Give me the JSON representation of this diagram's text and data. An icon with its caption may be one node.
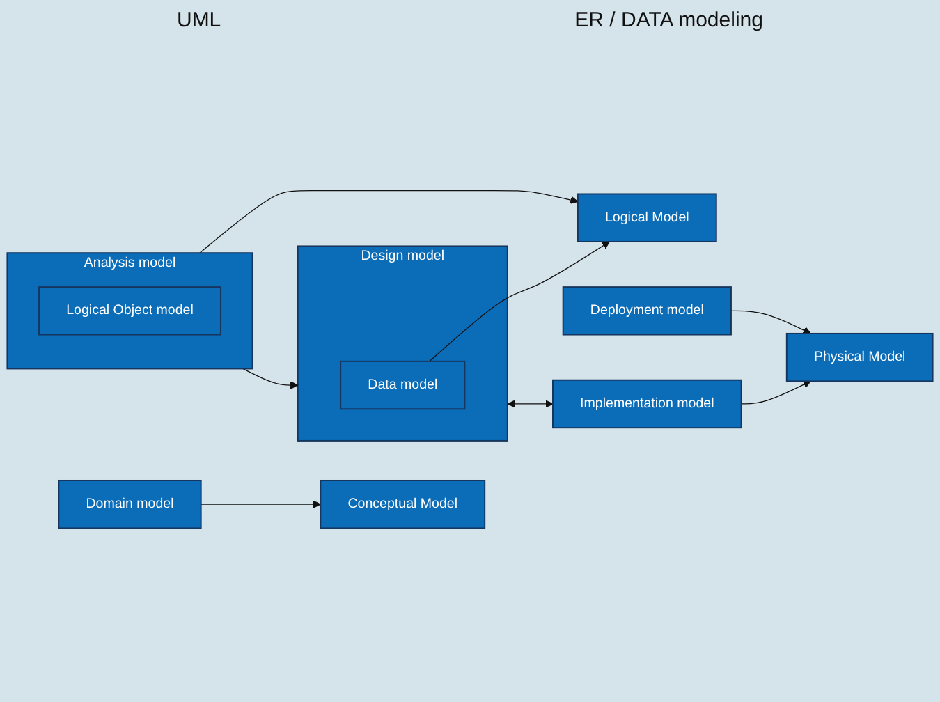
{
  "diagram": {
    "nodes": [
      {
        "text": [
          "Domain model"
        ]
      },
      {
        "text": [
          "Analysis model"
        ]
      },
      {
        "text": [
          "Logical Object model"
        ],
        "in": 1
      },
      {
        "text": [
          "Design model"
        ]
      },
      {
        "text": [
          "Data model"
        ],
        "in": 3
      },
      {
        "text": [
          "Implementation model"
        ]
      },
      {
        "text": [
          "Deployment model"
        ]
      },
      {
        "text": [
          "Conceptual Model"
        ]
      },
      {
        "text": [
          "Logical Model"
        ]
      },
      {
        "text": [
          "Physical Model"
        ]
      }
    ],
    "edges": [
      {
        "from": 0,
        "to": 7,
        "arrow": "to"
      },
      {
        "from": 1,
        "to": 8,
        "arrow": "to"
      },
      {
        "from": 4,
        "to": 8,
        "arrow": "to"
      },
      {
        "from": 1,
        "to": 3,
        "arrow": "to"
      },
      {
        "from": 3,
        "to": 5,
        "arrow": "both"
      },
      {
        "from": 5,
        "to": 9,
        "arrow": "to"
      },
      {
        "from": 6,
        "to": 9,
        "arrow": "to"
      }
    ],
    "labels": [
      "UML",
      "ER / DATA modeling"
    ]
  }
}
